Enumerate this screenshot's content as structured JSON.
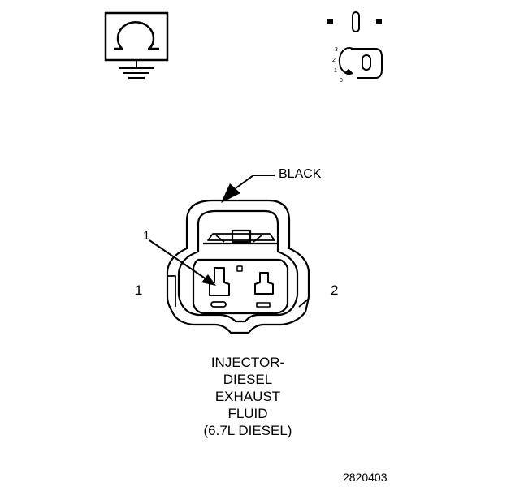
{
  "diagram": {
    "wire_color_label": "BLACK",
    "pin_labels": {
      "left": "1",
      "right": "2"
    },
    "callout_number": "1",
    "caption_lines": [
      "INJECTOR-",
      "DIESEL",
      "EXHAUST",
      "FLUID",
      "(6.7L DIESEL)"
    ],
    "figure_id": "2820403",
    "icons": {
      "meter": "ohmmeter-ground-icon",
      "ignition": "ignition-key-off-icon"
    },
    "ignition_positions": [
      "3",
      "2",
      "1",
      "0"
    ]
  }
}
